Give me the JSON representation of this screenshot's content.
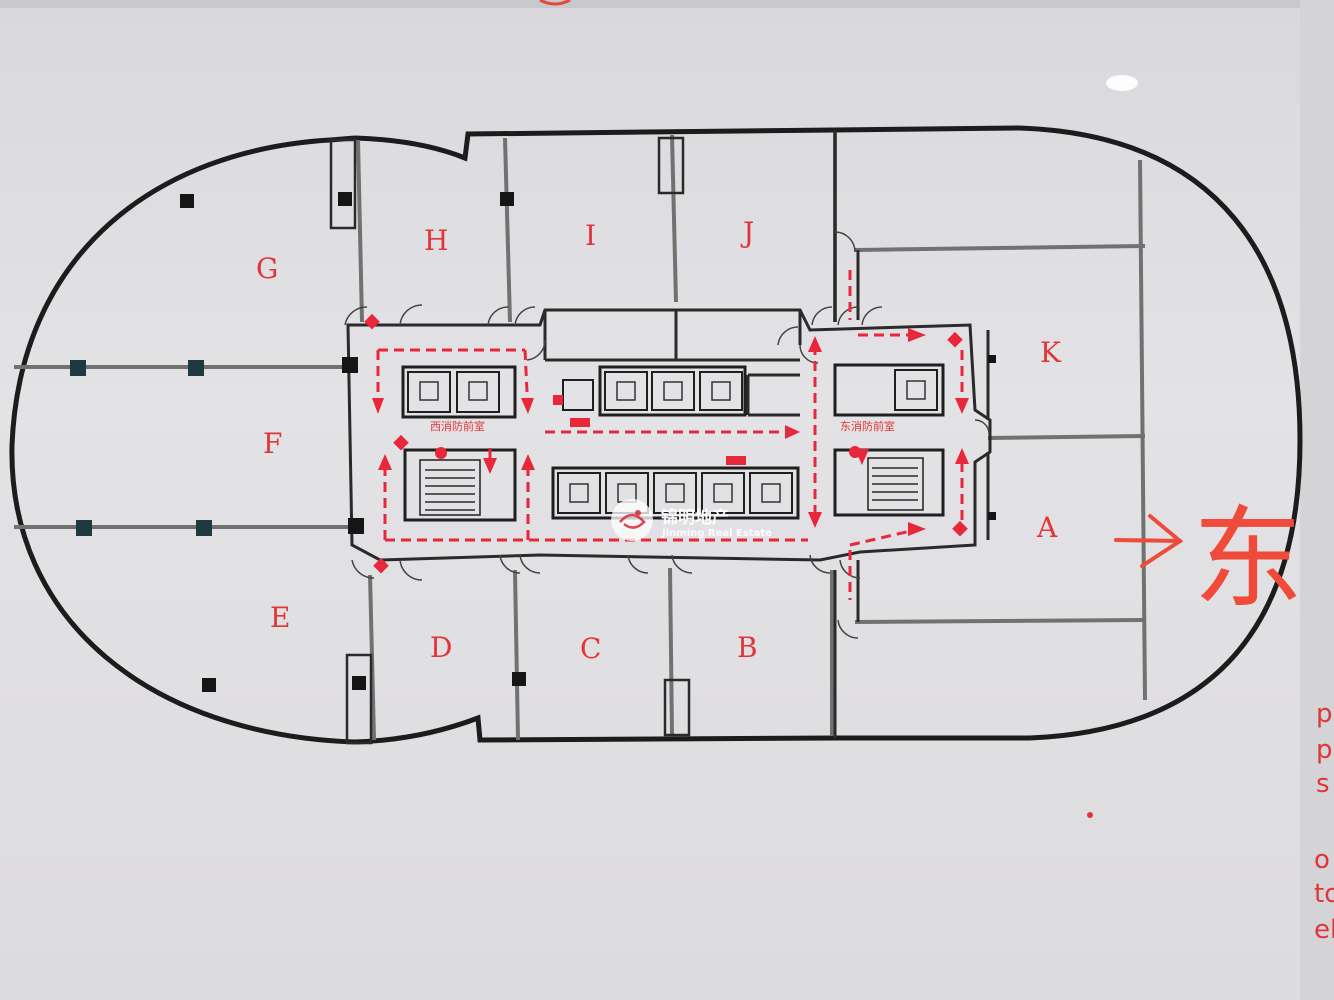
{
  "rooms": {
    "a": "A",
    "b": "B",
    "c": "C",
    "d": "D",
    "e": "E",
    "f": "F",
    "g": "G",
    "h": "H",
    "i": "I",
    "j": "J",
    "k": "K"
  },
  "core_labels": {
    "west_fire_room": "西消防前室",
    "east_fire_room": "东消防前室"
  },
  "annotation": {
    "east_char": "东"
  },
  "watermark": {
    "chinese": "锦明地产",
    "english": "Jinming Real Estate"
  },
  "side_text": [
    "p",
    "p",
    "s",
    "o",
    "to",
    "el"
  ],
  "colors": {
    "wall": "#1c1c1c",
    "evacuation": "#e8283a",
    "annotation": "#f04a3a"
  }
}
